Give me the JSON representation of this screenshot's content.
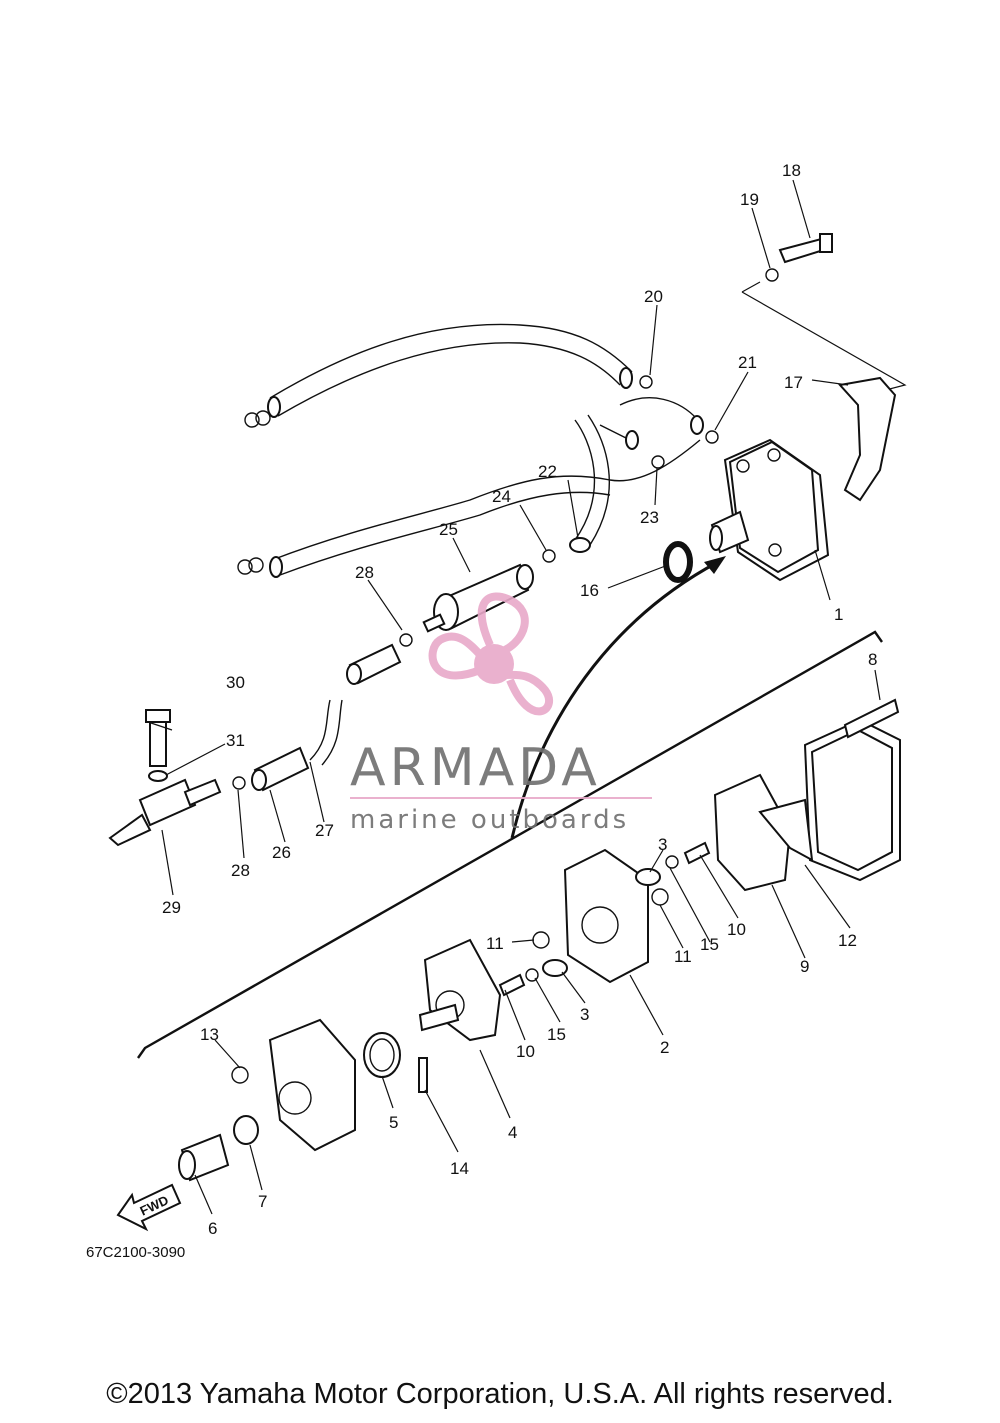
{
  "diagram": {
    "part_code": "67C2100-3090",
    "fwd_label": "FWD",
    "brand_name": "ARMADA",
    "brand_tagline": "marine outboards",
    "copyright": "©2013 Yamaha Motor Corporation, U.S.A. All rights reserved.",
    "labels": [
      "1",
      "2",
      "3",
      "3",
      "4",
      "5",
      "6",
      "7",
      "8",
      "9",
      "10",
      "10",
      "11",
      "11",
      "12",
      "13",
      "14",
      "15",
      "15",
      "16",
      "17",
      "18",
      "19",
      "20",
      "21",
      "22",
      "23",
      "24",
      "25",
      "26",
      "27",
      "28",
      "28",
      "29",
      "30",
      "31"
    ],
    "colors": {
      "line": "#111111",
      "watermark_pink": "#e8a9c9",
      "watermark_gray": "#6e6e6e"
    }
  }
}
